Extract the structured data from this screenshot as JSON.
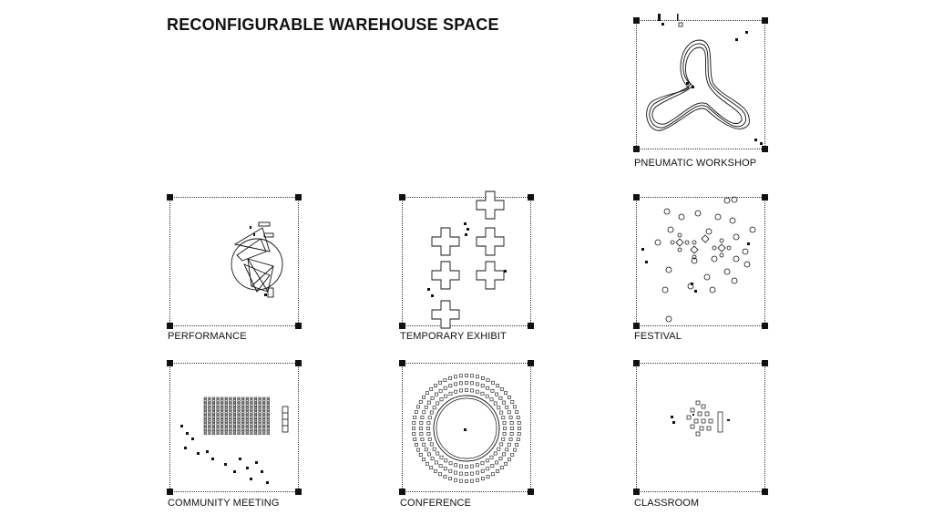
{
  "title": "RECONFIGURABLE WAREHOUSE SPACE",
  "panels": {
    "pneumatic": {
      "label": "PNEUMATIC WORKSHOP"
    },
    "performance": {
      "label": "PERFORMANCE"
    },
    "exhibit": {
      "label": "TEMPORARY EXHIBIT"
    },
    "festival": {
      "label": "FESTIVAL"
    },
    "community": {
      "label": "COMMUNITY MEETING"
    },
    "conference": {
      "label": "CONFERENCE"
    },
    "classroom": {
      "label": "CLASSROOM"
    }
  }
}
